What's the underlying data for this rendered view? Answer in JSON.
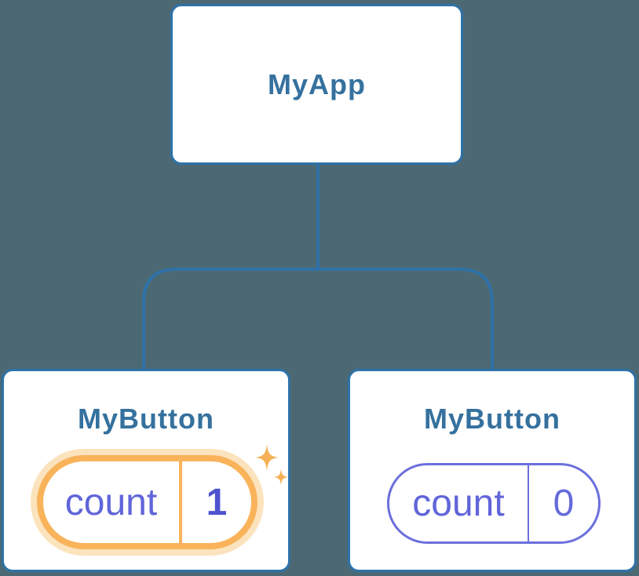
{
  "theme": {
    "bg": "#4C6973",
    "card-bg": "#FFFFFF",
    "blue": "#2E72A8",
    "blue-text": "#35719E",
    "indigo": "#6B70DC",
    "indigo-text": "#6065D9",
    "indigo-strong": "#4F53CE",
    "indigo-value": "#666BDA",
    "orange": "#F9B35A",
    "orange-glow": "#FBE3BD",
    "sparkle": "#F6B156"
  },
  "diagram": {
    "root": {
      "label": "MyApp"
    },
    "children": [
      {
        "label": "MyButton",
        "state_name": "count",
        "state_value": "1",
        "highlighted": true,
        "icon": "sparkles-icon"
      },
      {
        "label": "MyButton",
        "state_name": "count",
        "state_value": "0",
        "highlighted": false
      }
    ]
  }
}
